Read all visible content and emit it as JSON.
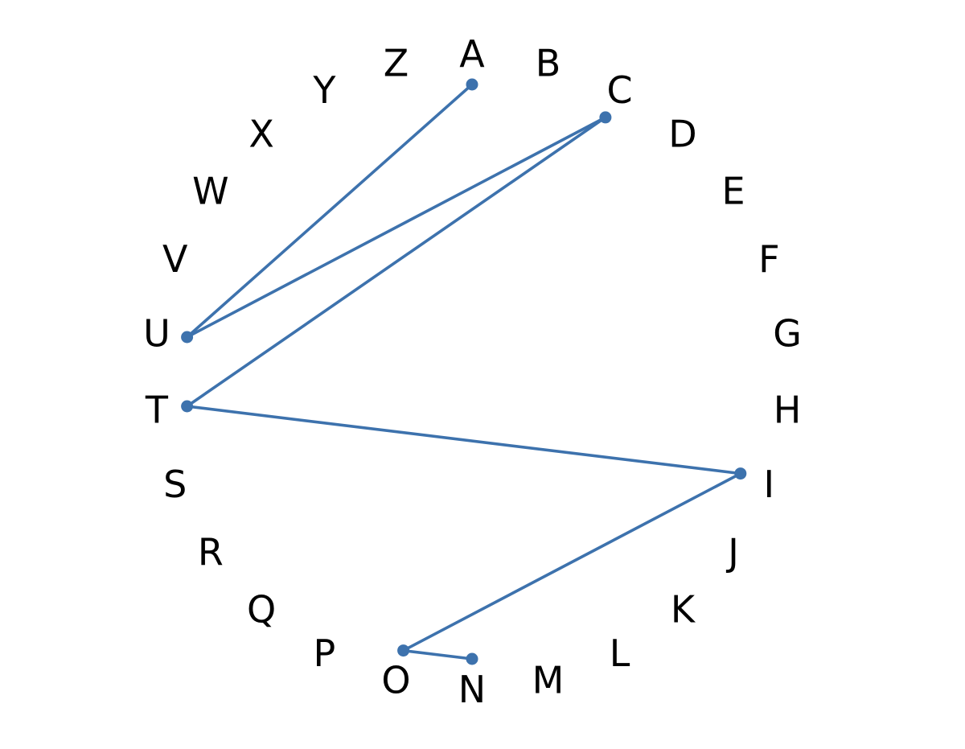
{
  "diagram": {
    "letters": [
      "A",
      "B",
      "C",
      "D",
      "E",
      "F",
      "G",
      "H",
      "I",
      "J",
      "K",
      "L",
      "M",
      "N",
      "O",
      "P",
      "Q",
      "R",
      "S",
      "T",
      "U",
      "V",
      "W",
      "X",
      "Y",
      "Z"
    ],
    "path": [
      "A",
      "U",
      "C",
      "T",
      "I",
      "O",
      "N"
    ],
    "line_color": "#3d72ad",
    "text_color": "#000000"
  }
}
